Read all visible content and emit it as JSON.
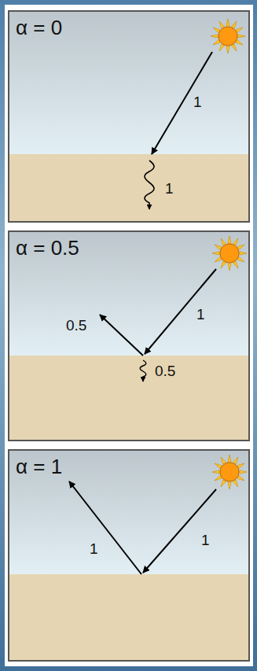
{
  "diagram": {
    "labels": [
      "α = 0",
      "1",
      "1",
      "α = 0.5",
      "1",
      "0.5",
      "0.5",
      "α = 1",
      "1",
      "1"
    ]
  }
}
